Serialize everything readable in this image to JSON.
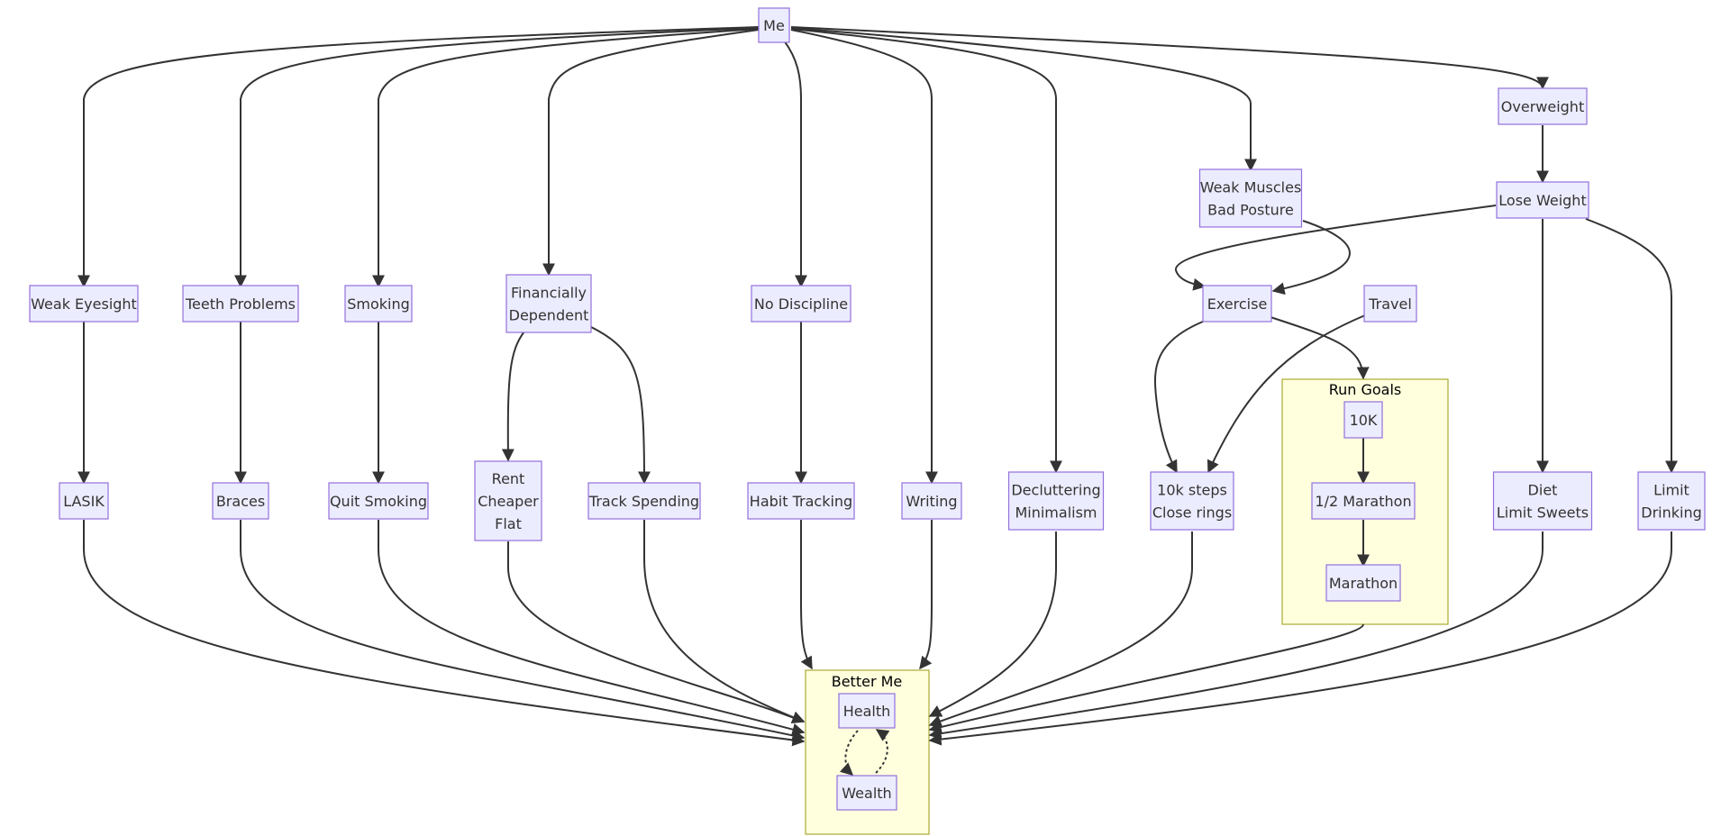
{
  "diagram": {
    "nodes": {
      "me": "Me",
      "overweight": "Overweight",
      "weak_muscles": [
        "Weak Muscles",
        "Bad Posture"
      ],
      "lose_weight": "Lose Weight",
      "weak_eyesight": "Weak Eyesight",
      "teeth_problems": "Teeth Problems",
      "smoking": "Smoking",
      "financially_dependent": [
        "Financially",
        "Dependent"
      ],
      "no_discipline": "No Discipline",
      "exercise": "Exercise",
      "travel": "Travel",
      "lasik": "LASIK",
      "braces": "Braces",
      "quit_smoking": "Quit Smoking",
      "rent_cheaper_flat": [
        "Rent",
        "Cheaper",
        "Flat"
      ],
      "track_spending": "Track Spending",
      "habit_tracking": "Habit Tracking",
      "writing": "Writing",
      "decluttering": [
        "Decluttering",
        "Minimalism"
      ],
      "steps": [
        "10k steps",
        "Close rings"
      ],
      "run_10k": "10K",
      "half_marathon": "1/2 Marathon",
      "marathon": "Marathon",
      "diet": [
        "Diet",
        "Limit Sweets"
      ],
      "limit_drinking": [
        "Limit",
        "Drinking"
      ],
      "health": "Health",
      "wealth": "Wealth"
    },
    "clusters": {
      "run_goals": "Run Goals",
      "better_me": "Better Me"
    },
    "colors": {
      "node_fill": "#ececff",
      "node_stroke": "#9370db",
      "cluster_fill": "#ffffde",
      "cluster_stroke": "#aaaa33",
      "edge": "#333333"
    }
  }
}
